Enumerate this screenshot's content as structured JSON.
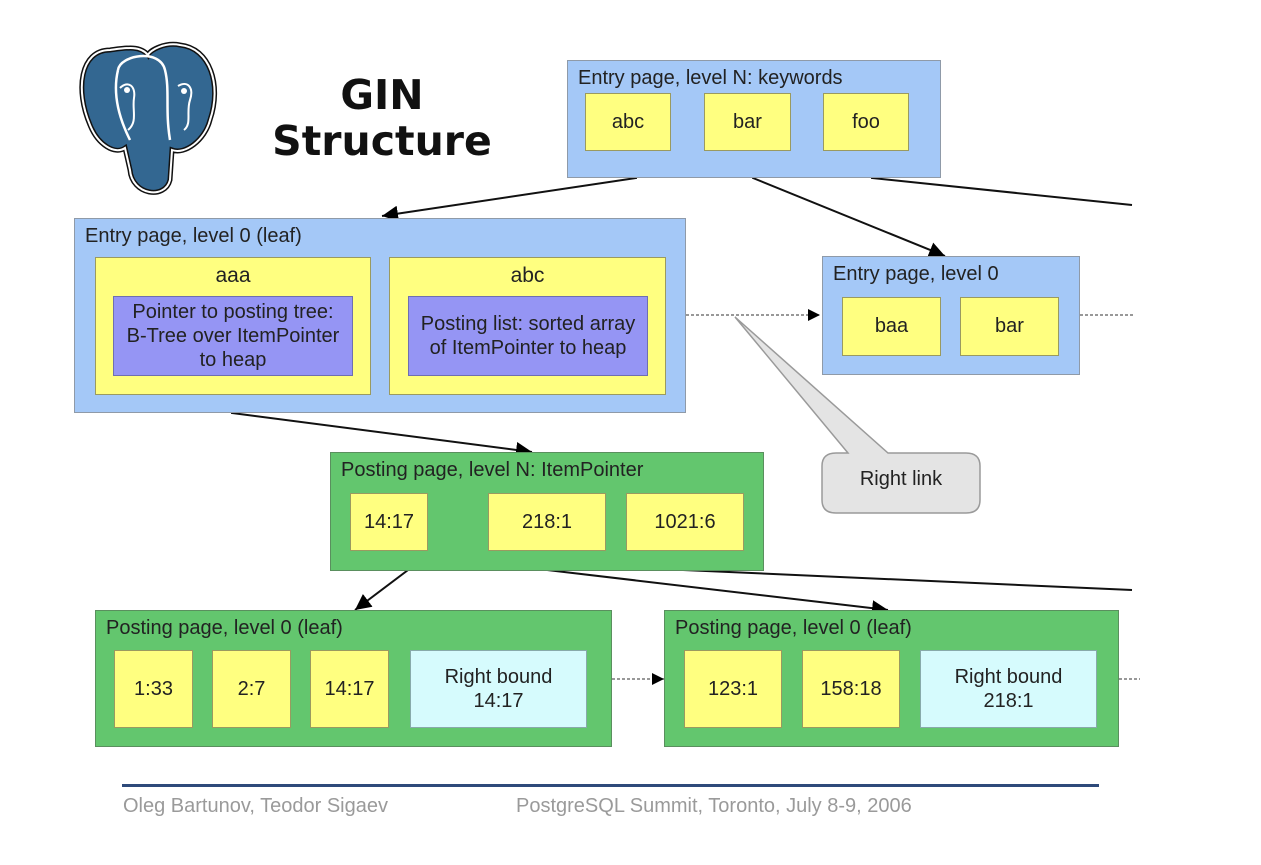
{
  "title": "GIN\nStructure",
  "title_lines": [
    "GIN",
    "Structure"
  ],
  "logo": {
    "icon": "postgresql-elephant-icon",
    "color": "#336791"
  },
  "colors": {
    "entry_page": "#a4c8f7",
    "posting_page": "#63c66e",
    "key": "#ffff80",
    "posting_pointer": "#9595f4",
    "right_bound": "#d6fbfd",
    "callout": "#e4e4e4",
    "footer_rule": "#2e4a7a"
  },
  "entry_root": {
    "title": "Entry page, level N: keywords",
    "keys": [
      "abc",
      "bar",
      "foo"
    ]
  },
  "entry_leaf": {
    "title": "Entry page, level 0 (leaf)",
    "entries": [
      {
        "key": "aaa",
        "detail": "Pointer to posting tree: B-Tree over ItemPointer to heap"
      },
      {
        "key": "abc",
        "detail": "Posting list: sorted array of ItemPointer to heap"
      }
    ]
  },
  "entry_level0": {
    "title": "Entry page, level 0",
    "keys": [
      "baa",
      "bar"
    ]
  },
  "callout": {
    "label": "Right link"
  },
  "posting_root": {
    "title": "Posting page, level N: ItemPointer",
    "keys": [
      "14:17",
      "218:1",
      "1021:6"
    ]
  },
  "posting_leaf_1": {
    "title": "Posting page, level 0 (leaf)",
    "keys": [
      "1:33",
      "2:7",
      "14:17"
    ],
    "right_bound": "Right bound\n14:17",
    "right_bound_lines": [
      "Right bound",
      "14:17"
    ]
  },
  "posting_leaf_2": {
    "title": "Posting page, level 0 (leaf)",
    "keys": [
      "123:1",
      "158:18"
    ],
    "right_bound_lines": [
      "Right bound",
      "218:1"
    ]
  },
  "footer": {
    "authors": "Oleg Bartunov, Teodor Sigaev",
    "event": "PostgreSQL Summit, Toronto, July 8-9, 2006"
  }
}
